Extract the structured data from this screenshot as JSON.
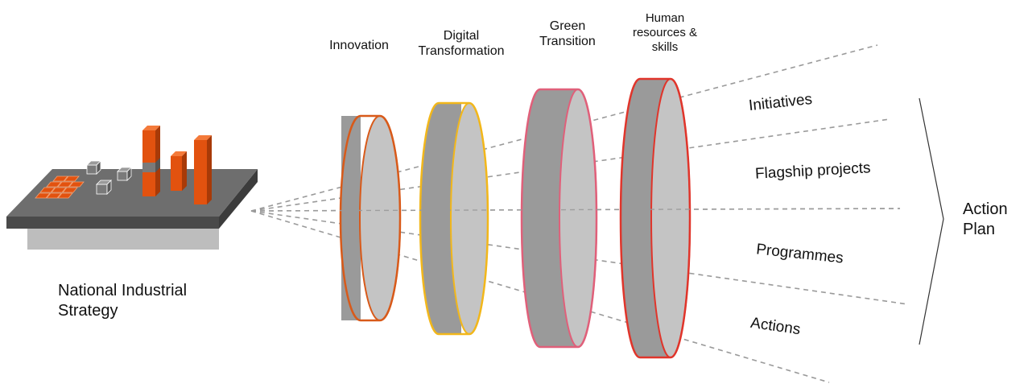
{
  "source": {
    "label_line1": "National Industrial",
    "label_line2": "Strategy"
  },
  "lenses": [
    {
      "label": "Innovation",
      "color": "#d85a1a"
    },
    {
      "label_line1": "Digital",
      "label_line2": "Transformation",
      "color": "#f2b71b"
    },
    {
      "label_line1": "Green",
      "label_line2": "Transition",
      "color": "#e0607a"
    },
    {
      "label_line1": "Human",
      "label_line2": "resources &",
      "label_line3": "skills",
      "color": "#e0352b"
    }
  ],
  "streams": [
    "Initiatives",
    "Flagship projects",
    "Programmes",
    "Actions"
  ],
  "outcome": {
    "label_line1": "Action",
    "label_line2": "Plan"
  },
  "colors": {
    "lens_rim": "#9a9a9a",
    "lens_face": "#c4c4c4",
    "platform_top": "#6e6e6e",
    "platform_side": "#4a4a4a",
    "platform_base": "#bdbdbd",
    "block_orange": "#e2520f",
    "ray": "#9a9a9a"
  }
}
